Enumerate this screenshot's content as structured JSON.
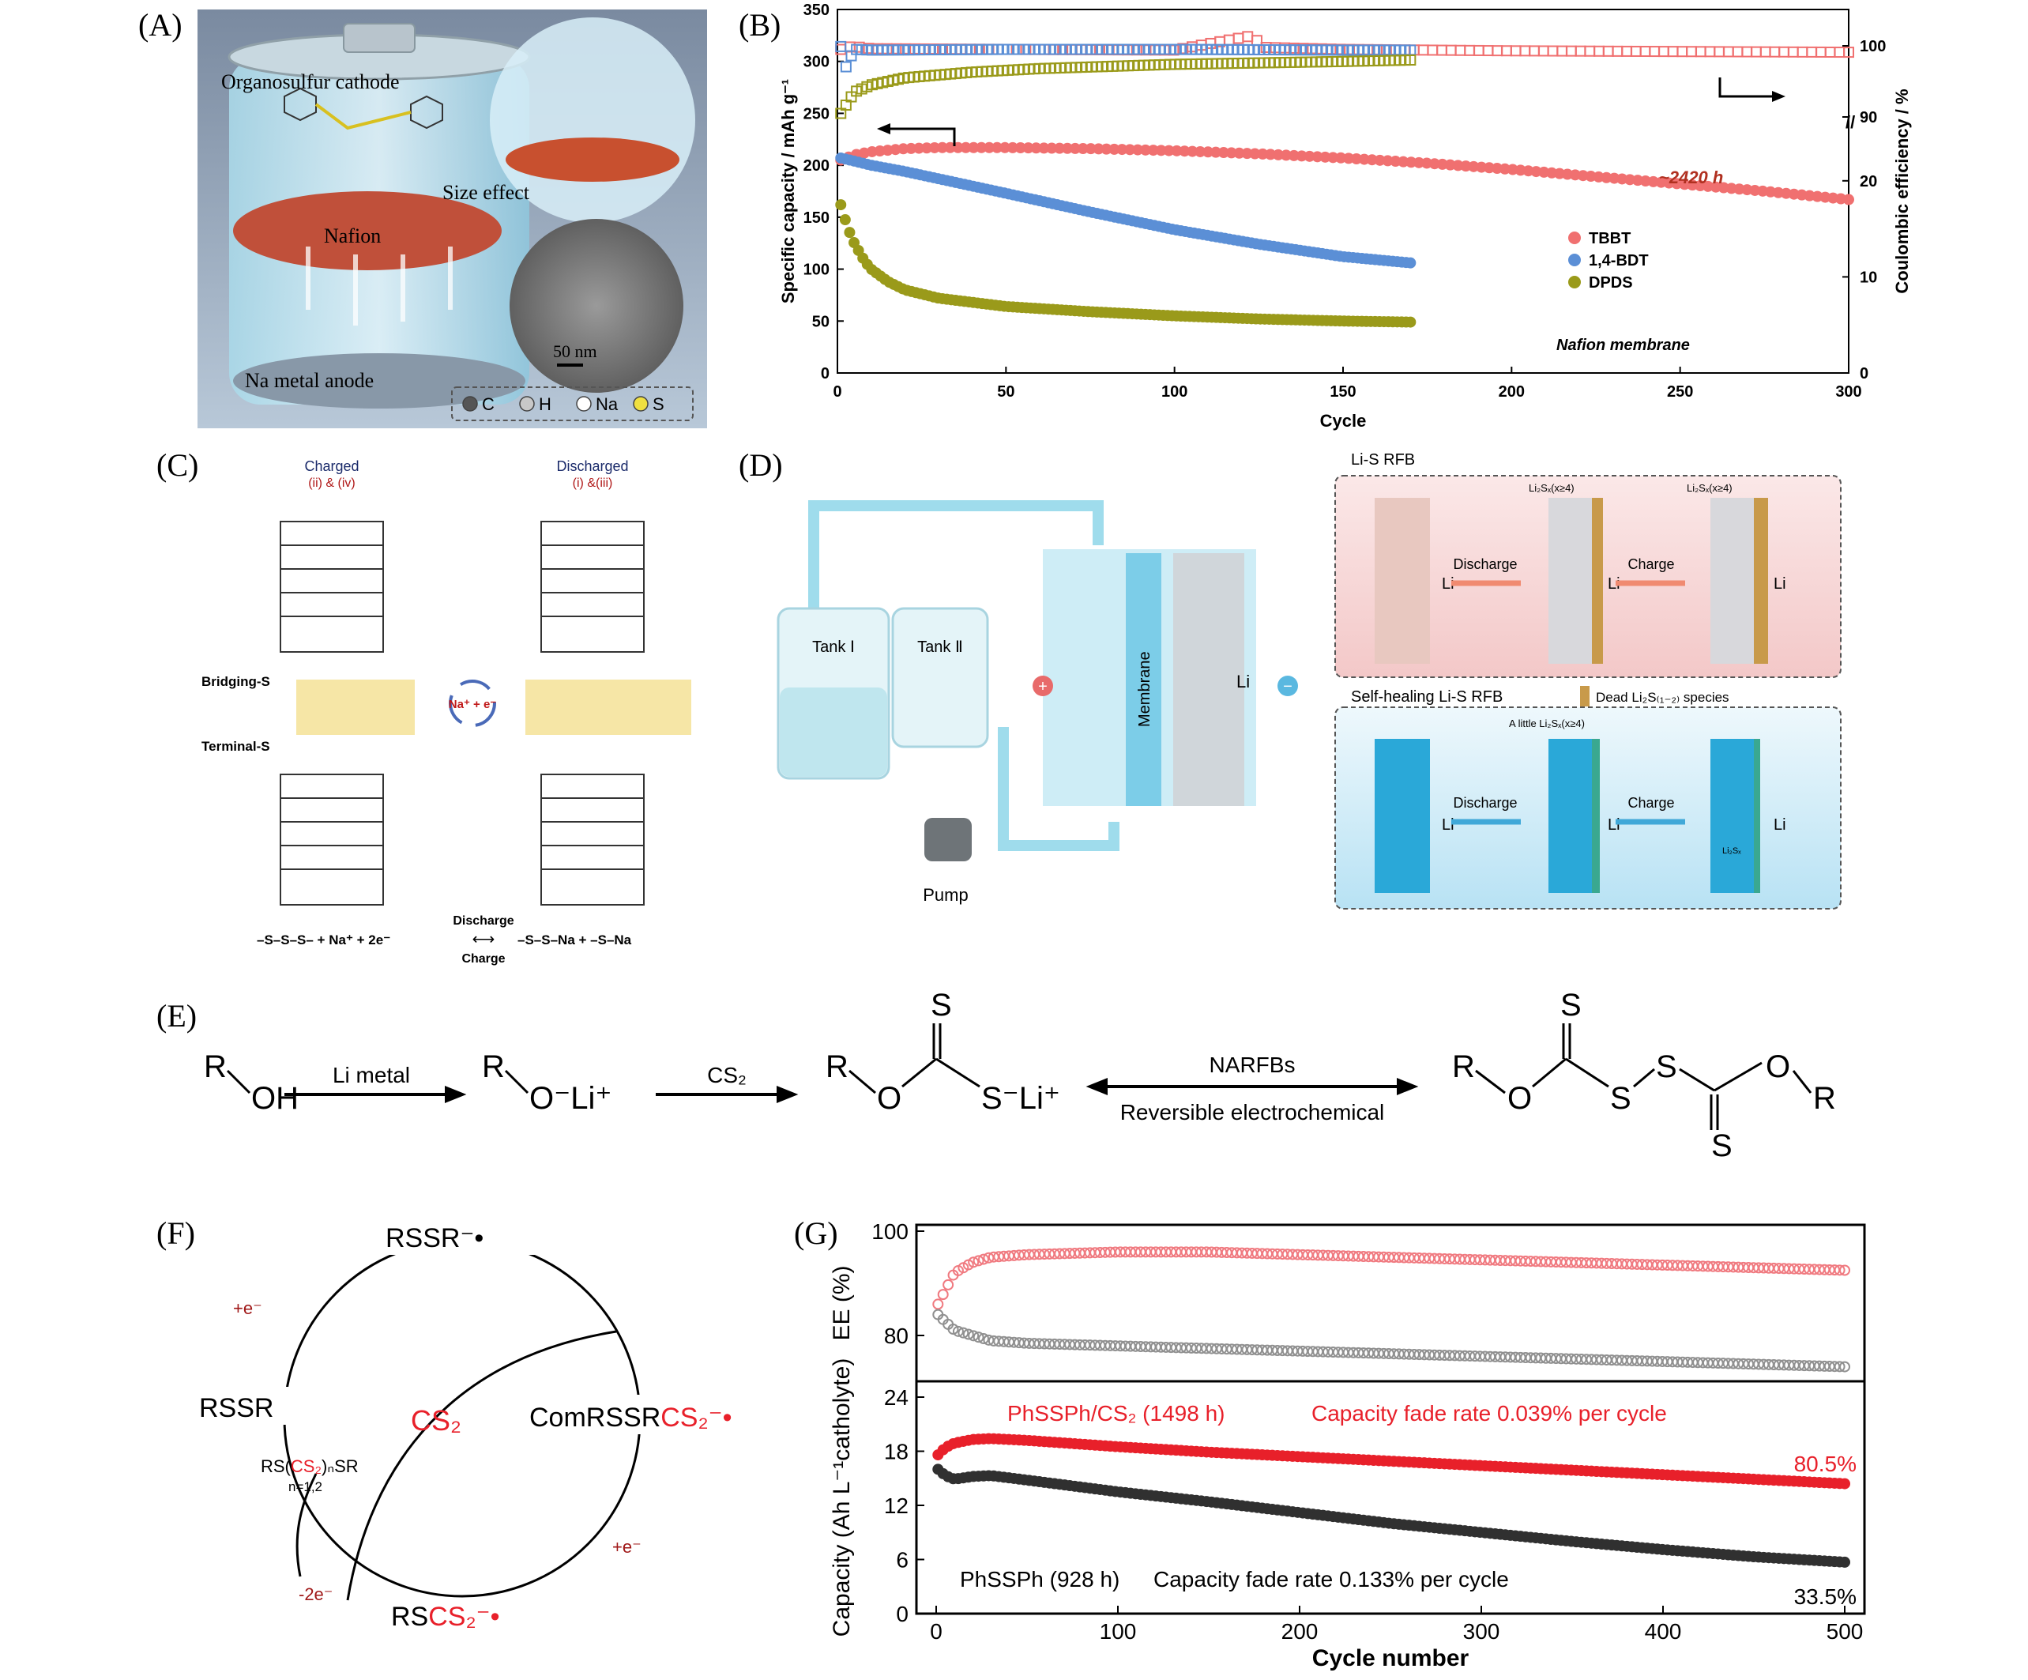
{
  "panels": {
    "A": {
      "letter": "(A)",
      "labels": {
        "cathode": "Organosulfur cathode",
        "size_effect": "Size effect",
        "nafion": "Nafion",
        "scale": "50 nm",
        "anode": "Na metal anode"
      },
      "legend": [
        {
          "label": "C",
          "color": "#555555"
        },
        {
          "label": "H",
          "color": "#c8c8c8"
        },
        {
          "label": "Na",
          "color": "#ffffff"
        },
        {
          "label": "S",
          "color": "#f0e040"
        }
      ]
    },
    "B": {
      "letter": "(B)"
    },
    "C": {
      "letter": "(C)",
      "charged": "Charged",
      "charged_sub": "(ii) & (iv)",
      "discharged": "Discharged",
      "discharged_sub": "(i) &(iii)",
      "bridging": "Bridging-S",
      "terminal": "Terminal-S",
      "arrow_label": "Na⁺ + e⁻",
      "eq": {
        "left": "–S–S–S–   +   Na⁺   +   2e⁻",
        "right": "–S–S–Na   +   –S–Na",
        "discharge": "Discharge",
        "charge": "Charge",
        "arrow": "⟷"
      }
    },
    "D": {
      "letter": "(D)",
      "tank1": "Tank Ⅰ",
      "tank2": "Tank Ⅱ",
      "pump": "Pump",
      "membrane": "Membrane",
      "li": "Li",
      "top_title": "Li-S RFB",
      "bottom_title": "Self-healing Li-S RFB",
      "dead_species": "Dead Li₂S₍₁₋₂₎ species",
      "discharge": "Discharge",
      "charge": "Charge",
      "li2sx": "Li₂Sₓ(x≥4)",
      "little_li2sx": "A little Li₂Sₓ(x≥4)",
      "li2sx_small": "Li₂Sₓ",
      "plus": "+",
      "minus": "−"
    },
    "E": {
      "letter": "(E)",
      "r1": "R",
      "oh": "OH",
      "li_metal": "Li metal",
      "r2": "R",
      "oli": "O⁻Li⁺",
      "cs2": "CS₂",
      "r3": "R",
      "o3": "O",
      "s_top3": "S",
      "sli3": "S⁻Li⁺",
      "narfbs": "NARFBs",
      "reversible": "Reversible electrochemical",
      "r4": "R",
      "o4": "O",
      "s_top4": "S",
      "s4a": "S",
      "s4b": "S",
      "o5": "O",
      "r5": "R",
      "s_bot5": "S"
    },
    "F": {
      "letter": "(F)",
      "rssr_rad": "RSSR⁻•",
      "rssr": "RSSR",
      "cs2": "CS₂",
      "com_prefix": "ComRSSR",
      "com_suffix": "CS₂⁻•",
      "rs_prefix": "RS",
      "rs_suffix": "CS₂⁻•",
      "plus_e1": "+e⁻",
      "plus_e2": "+e⁻",
      "minus_2e": "-2e⁻",
      "rscs2n_a": "RS(",
      "rscs2n_b": "CS₂",
      "rscs2n_c": ")ₙSR",
      "n12": "n=1,2"
    },
    "G": {
      "letter": "(G)"
    }
  },
  "chart_data": [
    {
      "id": "B",
      "type": "scatter",
      "xlabel": "Cycle",
      "ylabel": "Specific capacity / mAh g⁻¹",
      "y2label": "Coulombic efficiency / %",
      "xlim": [
        0,
        300
      ],
      "ylim": [
        0,
        350
      ],
      "xticks": [
        0,
        50,
        100,
        150,
        200,
        250,
        300
      ],
      "yticks": [
        0,
        50,
        100,
        150,
        200,
        250,
        300,
        350
      ],
      "y2ticks": [
        "0",
        "10",
        "20",
        "90",
        "100"
      ],
      "legend": {
        "position": "center-right",
        "entries": [
          "TBBT",
          "1,4-BDT",
          "DPDS"
        ]
      },
      "annotations": [
        "~2420 h",
        "Nafion membrane"
      ],
      "series": [
        {
          "name": "TBBT",
          "kind": "capacity",
          "color": "#f07070",
          "x": [
            1,
            5,
            10,
            20,
            30,
            50,
            75,
            100,
            125,
            150,
            175,
            200,
            225,
            250,
            275,
            300
          ],
          "y": [
            205,
            210,
            213,
            216,
            217,
            217,
            216,
            214,
            211,
            207,
            202,
            196,
            189,
            182,
            175,
            167
          ]
        },
        {
          "name": "1,4-BDT",
          "kind": "capacity",
          "color": "#5b8fd6",
          "x": [
            1,
            5,
            10,
            20,
            30,
            50,
            75,
            100,
            125,
            150,
            170
          ],
          "y": [
            207,
            204,
            200,
            194,
            187,
            173,
            155,
            138,
            124,
            112,
            106
          ]
        },
        {
          "name": "DPDS",
          "kind": "capacity",
          "color": "#9a9a1a",
          "x": [
            1,
            3,
            5,
            8,
            10,
            15,
            20,
            30,
            40,
            50,
            75,
            100,
            125,
            150,
            170
          ],
          "y": [
            162,
            140,
            125,
            108,
            100,
            88,
            80,
            72,
            68,
            64,
            59,
            55,
            52,
            50,
            49
          ]
        },
        {
          "name": "TBBT",
          "kind": "CE",
          "color": "#f07070",
          "x": [
            1,
            3,
            5,
            10,
            50,
            100,
            124,
            125,
            150,
            200,
            250,
            300
          ],
          "y": [
            99.5,
            99.8,
            99.9,
            99.6,
            99.5,
            99.4,
            101.5,
            99.8,
            99.5,
            99.3,
            99.2,
            99.1
          ]
        },
        {
          "name": "1,4-BDT",
          "kind": "CE",
          "color": "#5b8fd6",
          "x": [
            1,
            2,
            5,
            10,
            50,
            100,
            150,
            170
          ],
          "y": [
            99.9,
            96.5,
            99.5,
            99.4,
            99.5,
            99.5,
            99.4,
            99.4
          ]
        },
        {
          "name": "DPDS",
          "kind": "CE",
          "color": "#9a9a1a",
          "x": [
            1,
            5,
            10,
            20,
            40,
            60,
            100,
            150,
            170
          ],
          "y": [
            90.5,
            93.5,
            94.5,
            95.5,
            96.3,
            96.8,
            97.4,
            97.8,
            98.0
          ]
        }
      ]
    },
    {
      "id": "G",
      "type": "scatter",
      "xlabel": "Cycle number",
      "ylabel_top": "EE (%)",
      "ylabel_bottom": "Capacity (Ah L⁻¹catholyte)",
      "xlim": [
        0,
        500
      ],
      "ylim_top": [
        70,
        100
      ],
      "ylim_bottom": [
        0,
        24
      ],
      "xticks": [
        0,
        100,
        200,
        300,
        400,
        500
      ],
      "yticks_top": [
        80,
        100
      ],
      "yticks_bottom": [
        0,
        6,
        12,
        18,
        24
      ],
      "annotations": [
        {
          "text": "PhSSPh/CS₂ (1498 h)",
          "color": "#e8202a"
        },
        {
          "text": "Capacity fade rate  0.039% per cycle",
          "color": "#e8202a"
        },
        {
          "text": "80.5%",
          "color": "#e8202a"
        },
        {
          "text": "PhSSPh (928 h)",
          "color": "#000000"
        },
        {
          "text": "Capacity fade rate  0.133% per cycle",
          "color": "#000000"
        },
        {
          "text": "33.5%",
          "color": "#000000"
        }
      ],
      "series": [
        {
          "name": "PhSSPh/CS₂",
          "kind": "EE",
          "color": "#f07a80",
          "x": [
            1,
            10,
            20,
            30,
            50,
            100,
            150,
            200,
            250,
            300,
            350,
            400,
            450,
            500
          ],
          "y": [
            86,
            92,
            94,
            95,
            95.5,
            96,
            96,
            95.5,
            95,
            94.5,
            94,
            93.5,
            93,
            92.5
          ]
        },
        {
          "name": "PhSSPh",
          "kind": "EE",
          "color": "#909090",
          "x": [
            1,
            10,
            20,
            30,
            50,
            100,
            150,
            200,
            250,
            300,
            350,
            400,
            450,
            500
          ],
          "y": [
            84,
            81,
            80,
            79,
            78.5,
            78,
            77.5,
            77,
            76.5,
            76,
            75.5,
            75,
            74.5,
            74
          ]
        },
        {
          "name": "PhSSPh/CS₂",
          "kind": "capacity",
          "color": "#e8202a",
          "x": [
            1,
            5,
            10,
            20,
            30,
            50,
            100,
            150,
            200,
            250,
            300,
            350,
            400,
            450,
            500
          ],
          "y": [
            17.6,
            18.4,
            18.9,
            19.3,
            19.4,
            19.2,
            18.5,
            17.9,
            17.4,
            16.9,
            16.4,
            15.9,
            15.4,
            14.9,
            14.4
          ]
        },
        {
          "name": "PhSSPh",
          "kind": "capacity",
          "color": "#303030",
          "x": [
            1,
            5,
            10,
            20,
            30,
            50,
            100,
            150,
            200,
            250,
            300,
            350,
            400,
            450,
            500
          ],
          "y": [
            16.0,
            15.3,
            14.9,
            15.2,
            15.3,
            14.8,
            13.5,
            12.4,
            11.2,
            10.0,
            9.0,
            8.0,
            7.1,
            6.3,
            5.7
          ]
        }
      ]
    }
  ]
}
